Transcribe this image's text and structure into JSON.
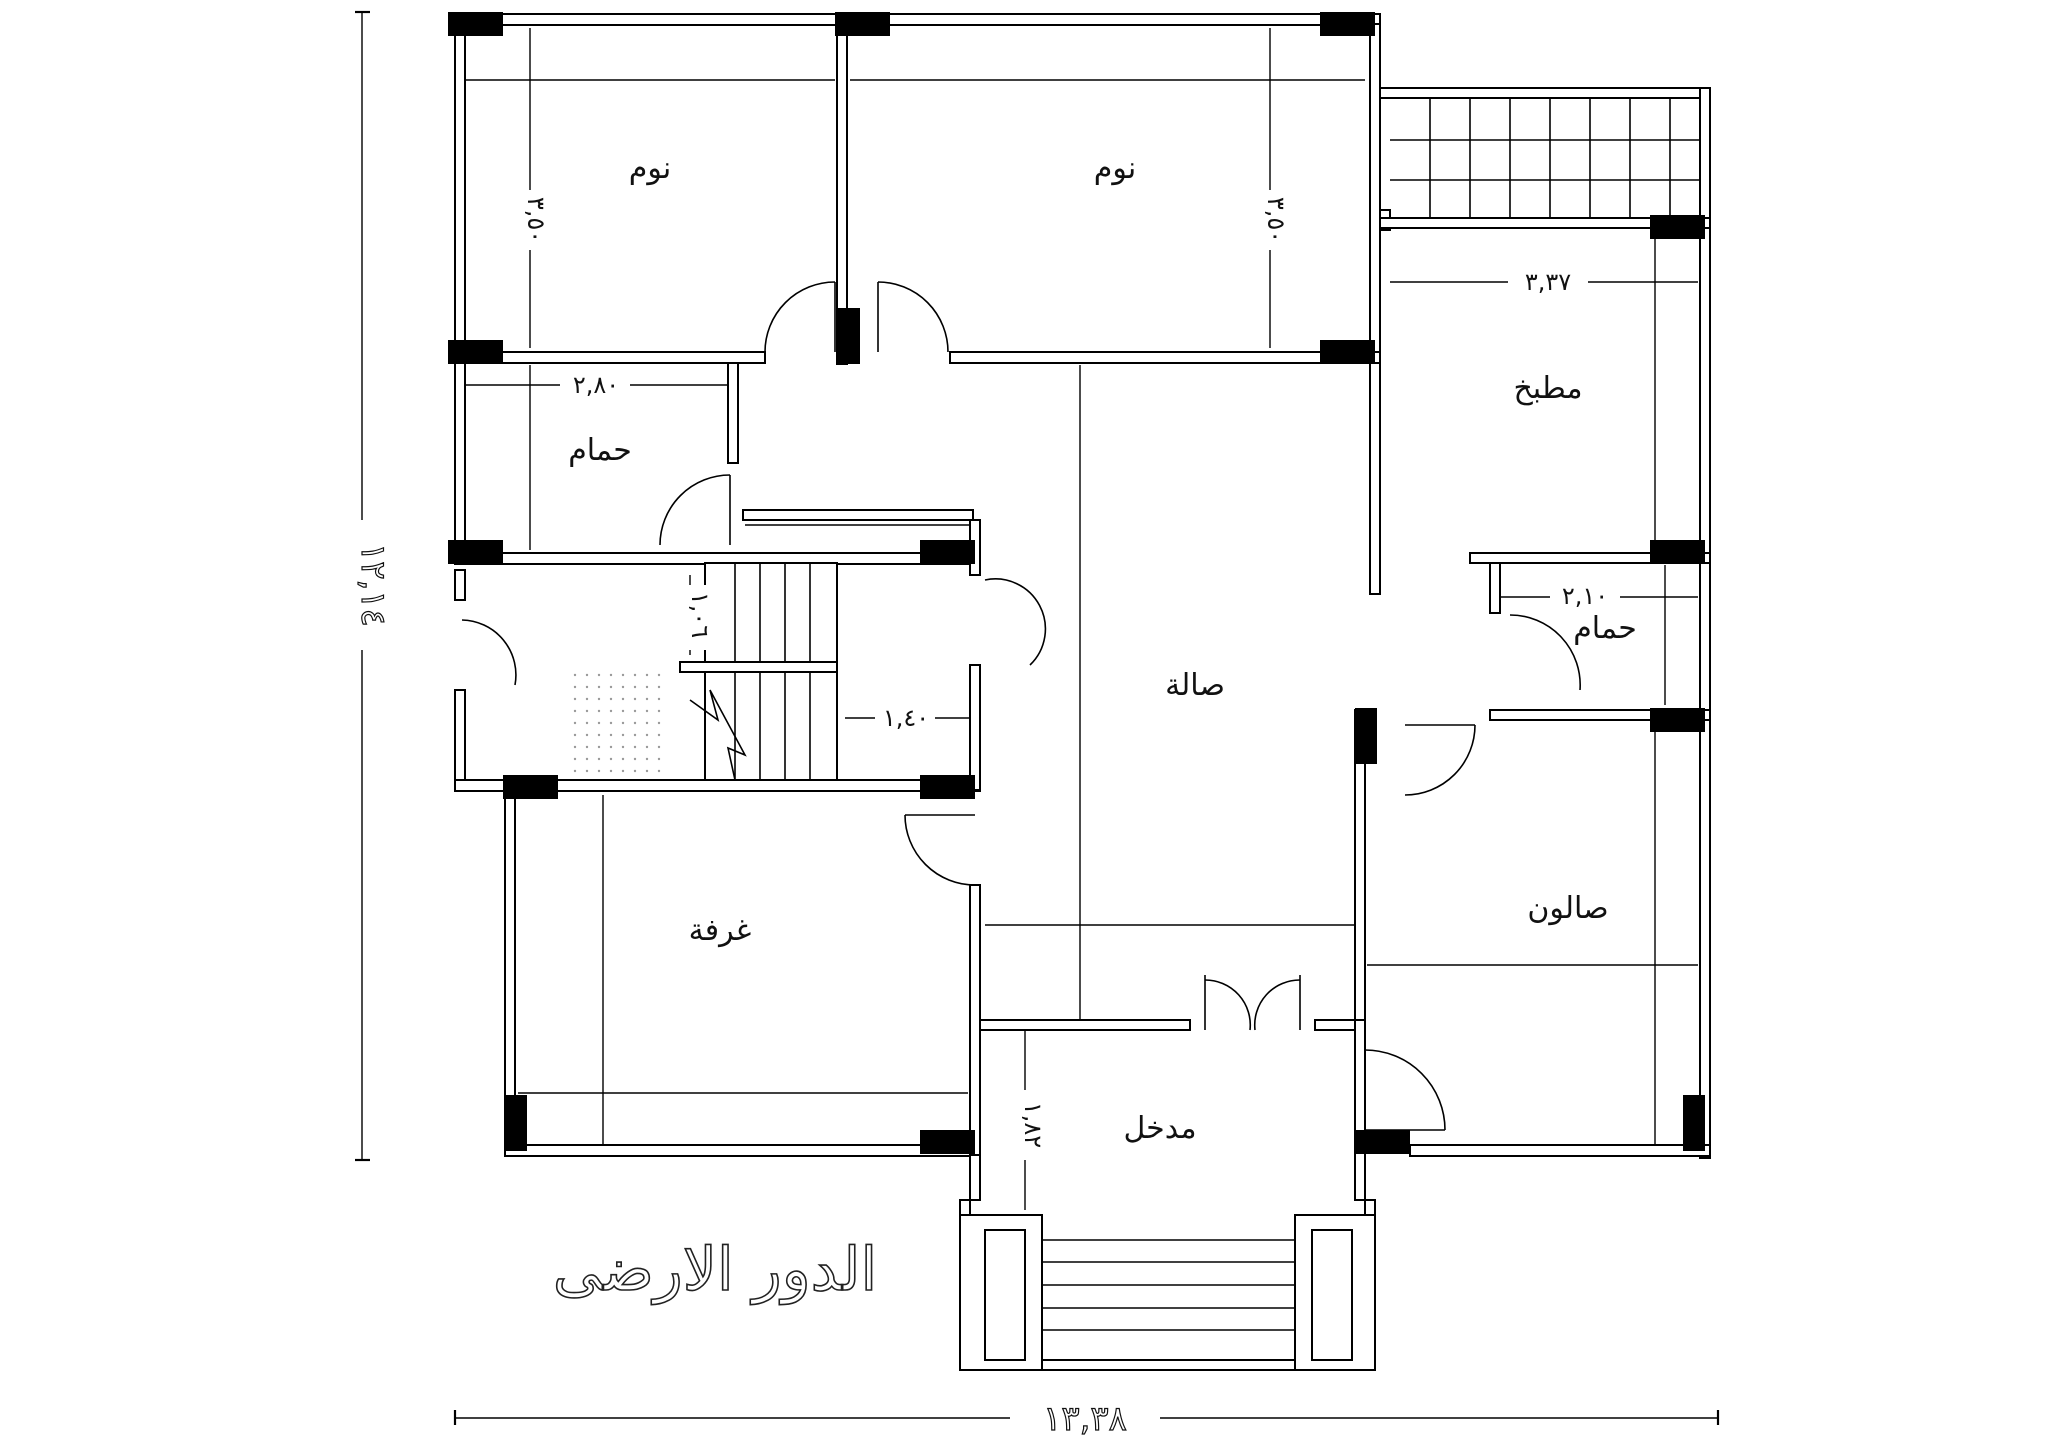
{
  "title": "الدور الارضى",
  "rooms": {
    "bedroom1": "نوم",
    "bedroom2": "نوم",
    "bathroom1": "حمام",
    "kitchen": "مطبخ",
    "bathroom2": "حمام",
    "hall": "صالة",
    "salon": "صالون",
    "room": "غرفة",
    "entrance": "مدخل"
  },
  "dimensions": {
    "bedroom1_height": "٣,٥٠",
    "bedroom2_height": "٣,٥٠",
    "bath1_width": "٢,٨٠",
    "stair_gap": "١,٠٦",
    "landing": "١,٤٠",
    "kitchen_width": "٣,٣٧",
    "bath2_width": "٢,١٠",
    "entrance_width": "١,٨٢",
    "overall_width": "١٣,٣٨",
    "overall_height": "١٢,١٤"
  }
}
